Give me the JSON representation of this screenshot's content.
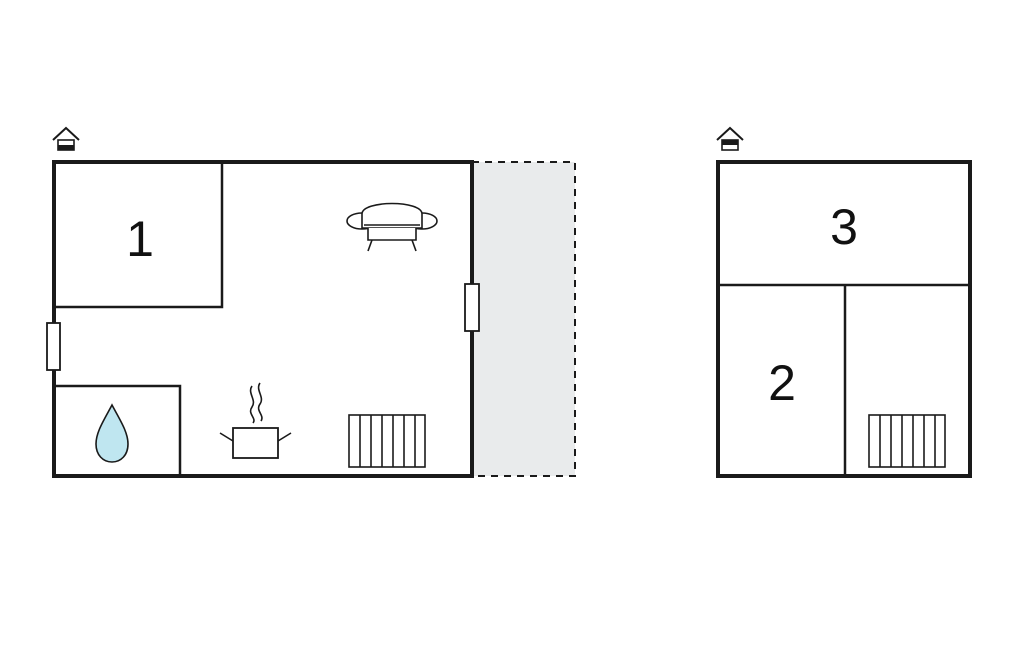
{
  "floors": [
    {
      "level_icon": "ground-floor-house-icon",
      "rooms": [
        {
          "number": "1",
          "type": "bedroom"
        },
        {
          "type": "bathroom",
          "icon": "water-drop-icon",
          "icon_color": "#bfe6f0"
        },
        {
          "type": "living-kitchen",
          "icons": [
            "sofa-icon",
            "cooking-pot-icon",
            "radiator-icon"
          ]
        }
      ],
      "terrace": {
        "fill_color": "#e9ebec"
      }
    },
    {
      "level_icon": "upper-floor-house-icon",
      "rooms": [
        {
          "number": "3",
          "type": "bedroom"
        },
        {
          "number": "2",
          "type": "bedroom"
        },
        {
          "type": "room",
          "icons": [
            "radiator-icon"
          ]
        }
      ]
    }
  ],
  "colors": {
    "wall": "#1a1a1a",
    "terrace": "#e9ebec",
    "water": "#bfe6f0",
    "background": "#ffffff"
  }
}
